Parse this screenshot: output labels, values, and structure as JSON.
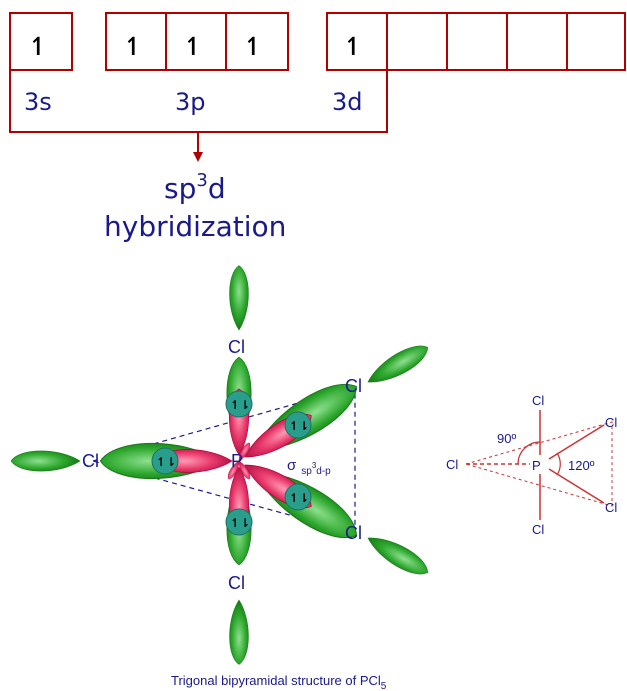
{
  "orbitals": {
    "arrow": "↿",
    "labels": {
      "s": "3s",
      "p": "3p",
      "d": "3d"
    }
  },
  "hybrid": {
    "line1": "sp",
    "sup": "3",
    "line1_end": "d",
    "line2": "hybridization"
  },
  "molecule": {
    "center": "P",
    "ligand": "Cl",
    "pair_symbol": "↿⇂",
    "sigma": "σ",
    "sigma_sub_a": "sp",
    "sigma_sup": "3",
    "sigma_sub_b": "d-p"
  },
  "schematic": {
    "center": "P",
    "ligand": "Cl",
    "angle_axial": "90º",
    "angle_equatorial": "120º"
  },
  "caption": {
    "text": "Trigonal bipyramidal structure of PCl",
    "sub": "5"
  },
  "colors": {
    "box_border": "#b00000",
    "label_blue": "#1a1a8c",
    "lobe_green": "#2ea82e",
    "lobe_pink": "#e8386a",
    "electron_pair": "#2a9e8c"
  }
}
